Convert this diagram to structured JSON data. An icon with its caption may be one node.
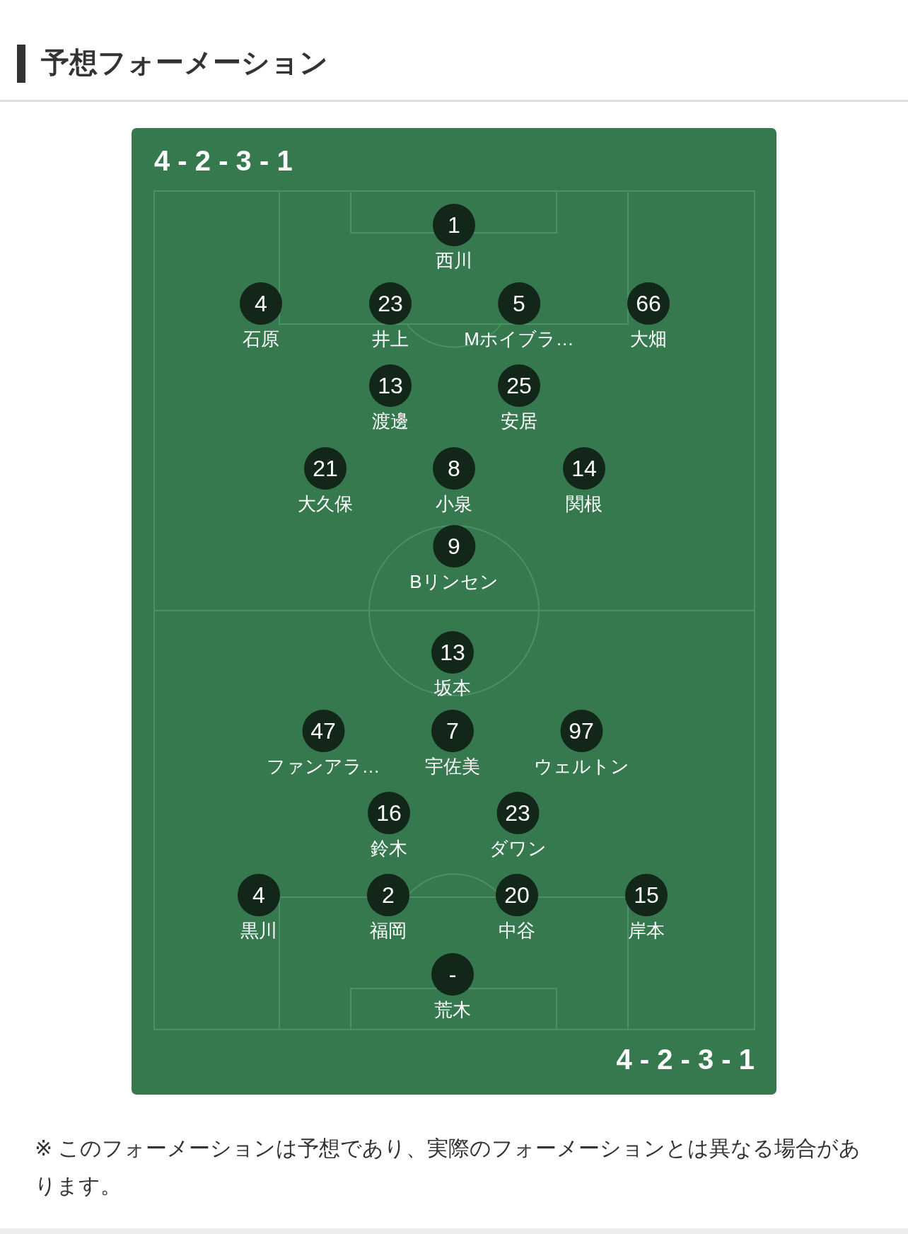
{
  "diagram": {
    "title": "予想フォーメーション",
    "caption": "※ このフォーメーションは予想であり、実際のフォーメーションとは異なる場合があります。",
    "nodes": [
      {
        "text": [
          "4 - 2 - 3 - 1",
          "4 - 2 - 3 - 1"
        ]
      },
      {
        "text": [
          "1"
        ],
        "beside": [
          "西川"
        ],
        "in": 0
      },
      {
        "text": [
          "4"
        ],
        "beside": [
          "石原"
        ],
        "in": 0
      },
      {
        "text": [
          "23"
        ],
        "beside": [
          "井上"
        ],
        "in": 0
      },
      {
        "text": [
          "5"
        ],
        "beside": [
          "Mホイブラ…"
        ],
        "in": 0
      },
      {
        "text": [
          "66"
        ],
        "beside": [
          "大畑"
        ],
        "in": 0
      },
      {
        "text": [
          "13"
        ],
        "beside": [
          "渡邊"
        ],
        "in": 0
      },
      {
        "text": [
          "25"
        ],
        "beside": [
          "安居"
        ],
        "in": 0
      },
      {
        "text": [
          "21"
        ],
        "beside": [
          "大久保"
        ],
        "in": 0
      },
      {
        "text": [
          "8"
        ],
        "beside": [
          "小泉"
        ],
        "in": 0
      },
      {
        "text": [
          "14"
        ],
        "beside": [
          "関根"
        ],
        "in": 0
      },
      {
        "text": [
          "9"
        ],
        "beside": [
          "Bリンセン"
        ],
        "in": 0
      },
      {
        "text": [
          "13"
        ],
        "beside": [
          "坂本"
        ],
        "in": 0
      },
      {
        "text": [
          "47"
        ],
        "beside": [
          "ファンアラ…"
        ],
        "in": 0
      },
      {
        "text": [
          "7"
        ],
        "beside": [
          "宇佐美"
        ],
        "in": 0
      },
      {
        "text": [
          "97"
        ],
        "beside": [
          "ウェルトン"
        ],
        "in": 0
      },
      {
        "text": [
          "16"
        ],
        "beside": [
          "鈴木"
        ],
        "in": 0
      },
      {
        "text": [
          "23"
        ],
        "beside": [
          "ダワン"
        ],
        "in": 0
      },
      {
        "text": [
          "4"
        ],
        "beside": [
          "黒川"
        ],
        "in": 0
      },
      {
        "text": [
          "2"
        ],
        "beside": [
          "福岡"
        ],
        "in": 0
      },
      {
        "text": [
          "20"
        ],
        "beside": [
          "中谷"
        ],
        "in": 0
      },
      {
        "text": [
          "15"
        ],
        "beside": [
          "岸本"
        ],
        "in": 0
      },
      {
        "text": [
          "-"
        ],
        "beside": [
          "荒木"
        ],
        "in": 0
      }
    ]
  }
}
